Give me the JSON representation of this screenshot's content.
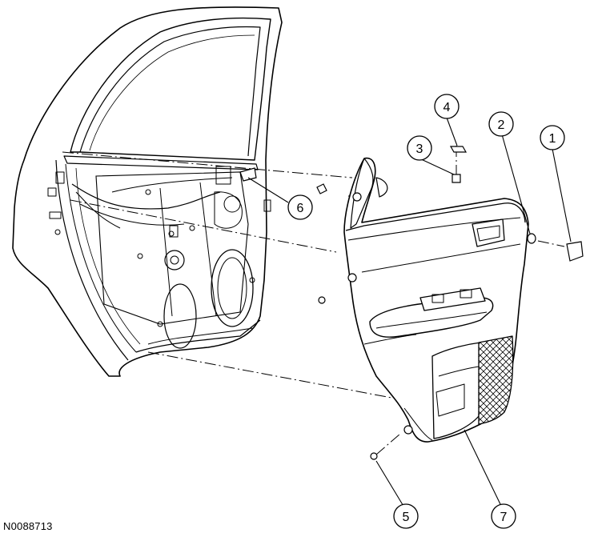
{
  "figure_id": "N0088713",
  "callouts": [
    {
      "label": "1"
    },
    {
      "label": "2"
    },
    {
      "label": "3"
    },
    {
      "label": "4"
    },
    {
      "label": "5"
    },
    {
      "label": "6"
    },
    {
      "label": "7"
    }
  ]
}
